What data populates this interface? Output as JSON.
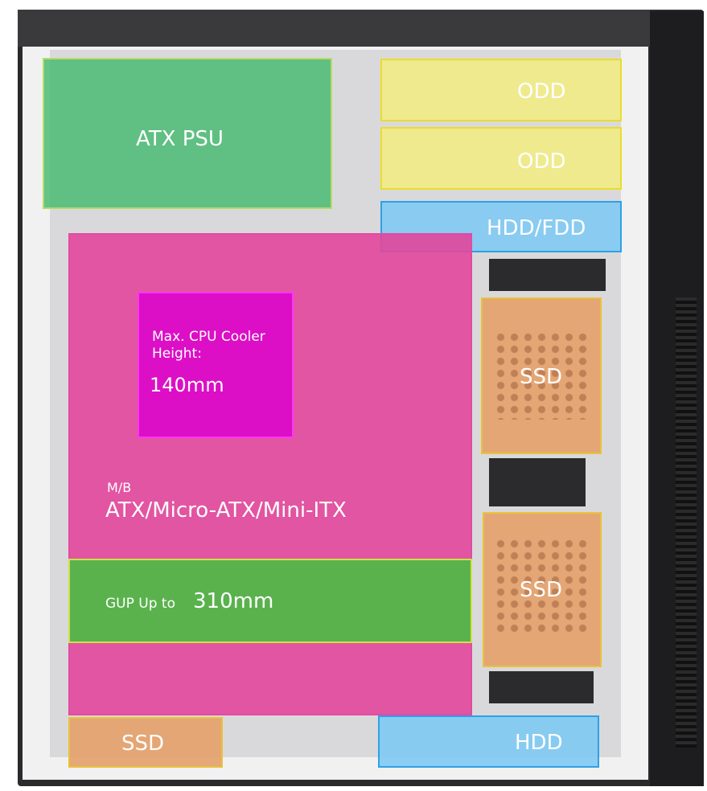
{
  "labels": {
    "psu": "ATX PSU",
    "odd_1": "ODD",
    "odd_2": "ODD",
    "hdd_fdd": "HDD/FDD",
    "cpu_title": "Max. CPU Cooler Height:",
    "cpu_value": "140mm",
    "mb_title": "M/B",
    "mb_value": "ATX/Micro-ATX/Mini-ITX",
    "gpu_prefix": "GUP Up to",
    "gpu_value": "310mm",
    "ssd_1": "SSD",
    "ssd_2": "SSD",
    "ssd_3": "SSD",
    "hdd": "HDD"
  },
  "colors": {
    "psu": "#46b96e",
    "odd": "#f5ee78",
    "hdd": "#78c8f5",
    "mb": "#e2469b",
    "cpu": "#dc0fc6",
    "gpu": "#50b946",
    "ssd": "#e4a069"
  }
}
